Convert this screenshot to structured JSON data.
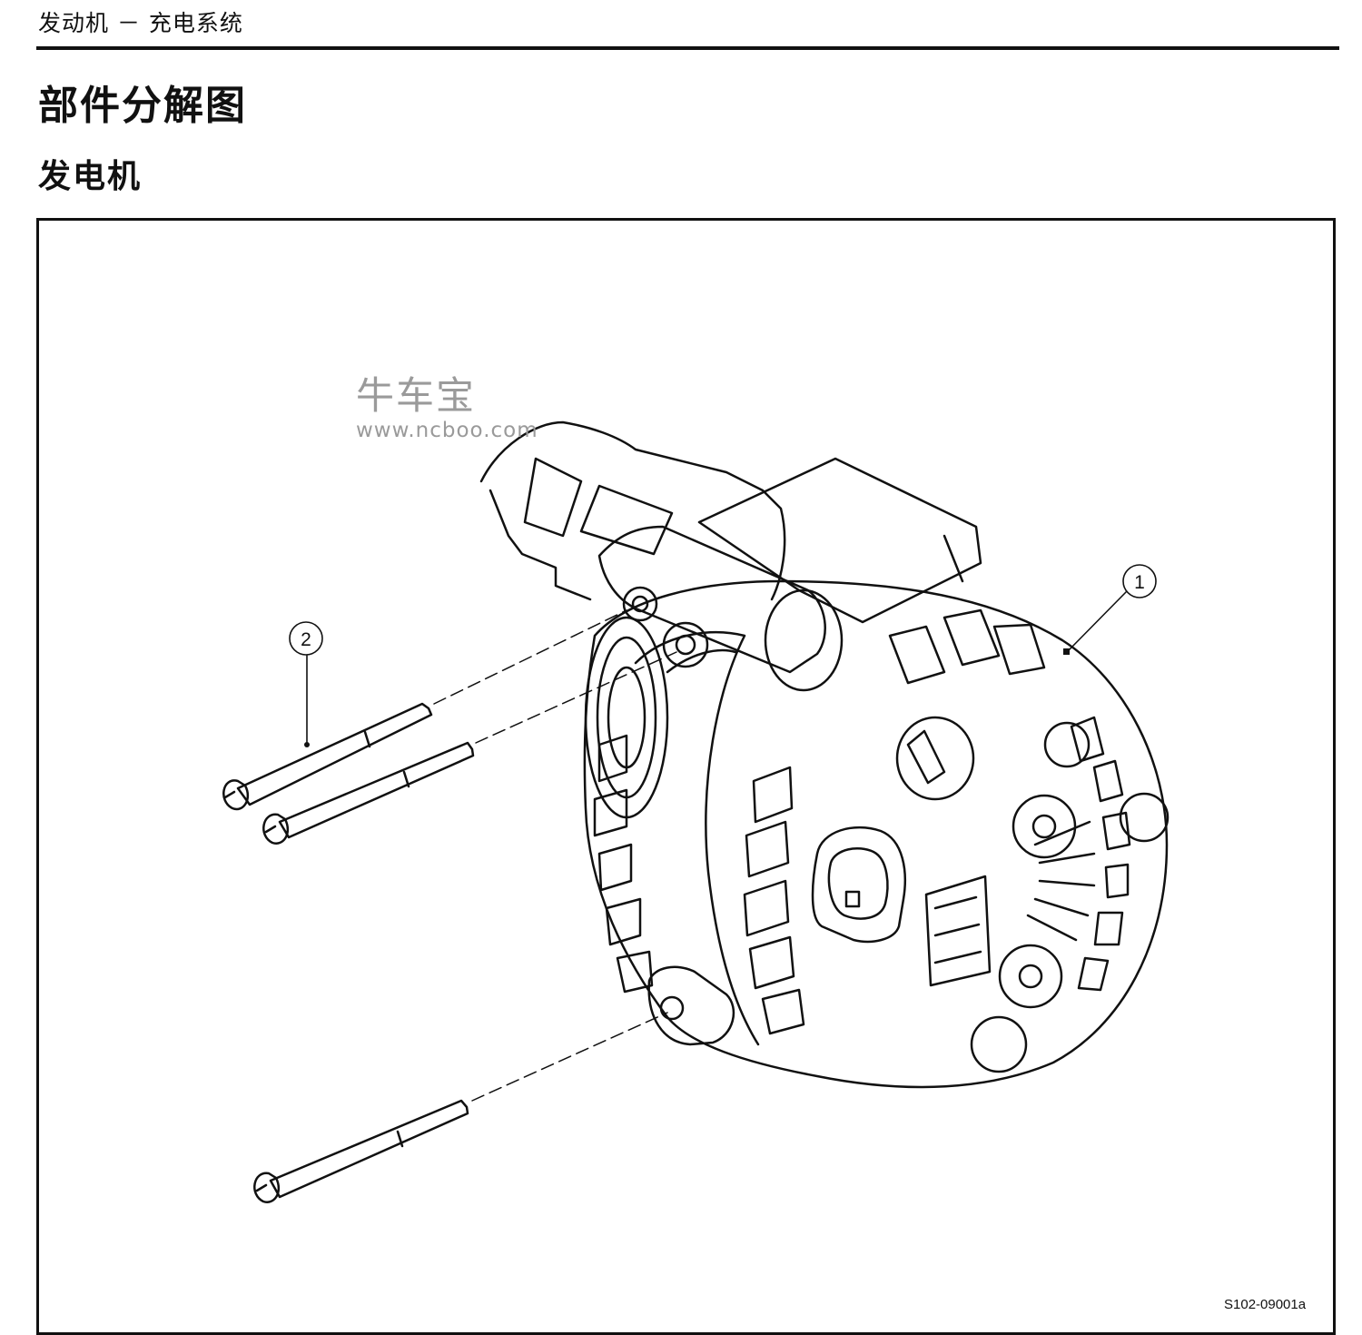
{
  "header": {
    "text": "发动机 － 充电系统"
  },
  "page_title": "部件分解图",
  "section_title": "发电机",
  "figure": {
    "callouts": [
      {
        "number": "1"
      },
      {
        "number": "2"
      }
    ],
    "code": "S102-09001a"
  },
  "watermark": {
    "name": "牛车宝",
    "url": "www.ncboo.com"
  }
}
